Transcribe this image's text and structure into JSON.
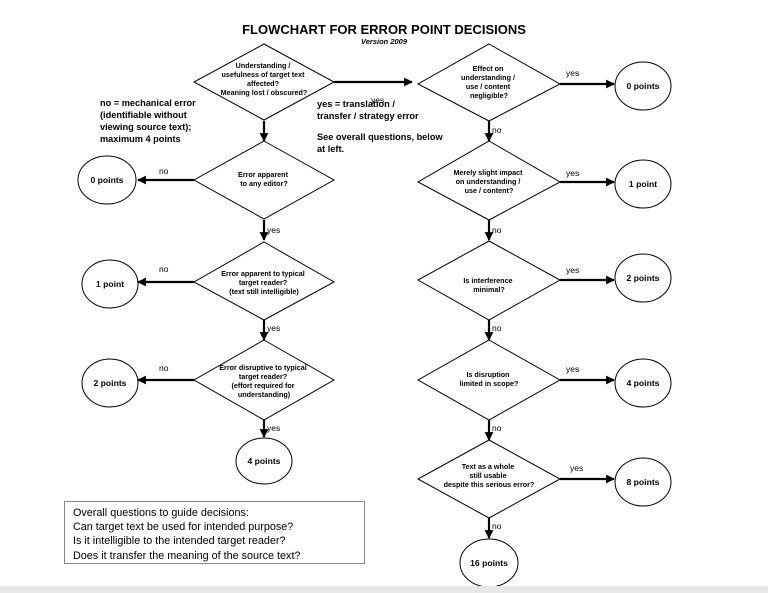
{
  "title": "FLOWCHART FOR ERROR POINT DECISIONS",
  "version": "Version 2009",
  "nodes": {
    "q_understanding": [
      "Understanding /",
      "usefulness of target text",
      "affected?",
      "Meaning lost / obscured?"
    ],
    "q_apparent_editor": [
      "Error apparent",
      "to any editor?"
    ],
    "q_apparent_reader": [
      "Error apparent to typical",
      "target reader?",
      "(text still intelligible)"
    ],
    "q_disruptive": [
      "Error disruptive to typical",
      "target reader?",
      "(effort required for",
      "understanding)"
    ],
    "q_effect": [
      "Effect on",
      "understanding /",
      "use / content",
      "negligible?"
    ],
    "q_slight": [
      "Merely slight impact",
      "on understanding /",
      "use / content?"
    ],
    "q_interference": [
      "Is interference",
      "minimal?"
    ],
    "q_disruption": [
      "Is disruption",
      "limited in scope?"
    ],
    "q_whole": [
      "Text as a whole",
      "still usable",
      "despite this serious error?"
    ],
    "r_left_0": "0 points",
    "r_left_1": "1 point",
    "r_left_2": "2 points",
    "r_left_4": "4 points",
    "r_right_0": "0 points",
    "r_right_1": "1 point",
    "r_right_2": "2 points",
    "r_right_4": "4 points",
    "r_right_8": "8 points",
    "r_right_16": "16 points"
  },
  "notes": {
    "mechanical": [
      "no = mechanical error",
      "(identifiable without",
      "viewing source text);",
      "maximum 4 points"
    ],
    "translation": [
      "yes = translation /",
      "transfer / strategy error"
    ],
    "see_overall": [
      "See overall questions, below",
      "at left."
    ]
  },
  "edge_labels": {
    "yes": "yes",
    "no": "no"
  },
  "questions_box": [
    "Overall questions to guide decisions:",
    "Can target text be used for intended purpose?",
    "Is it intelligible to the intended target reader?",
    "Does it transfer the meaning of the source text?"
  ]
}
